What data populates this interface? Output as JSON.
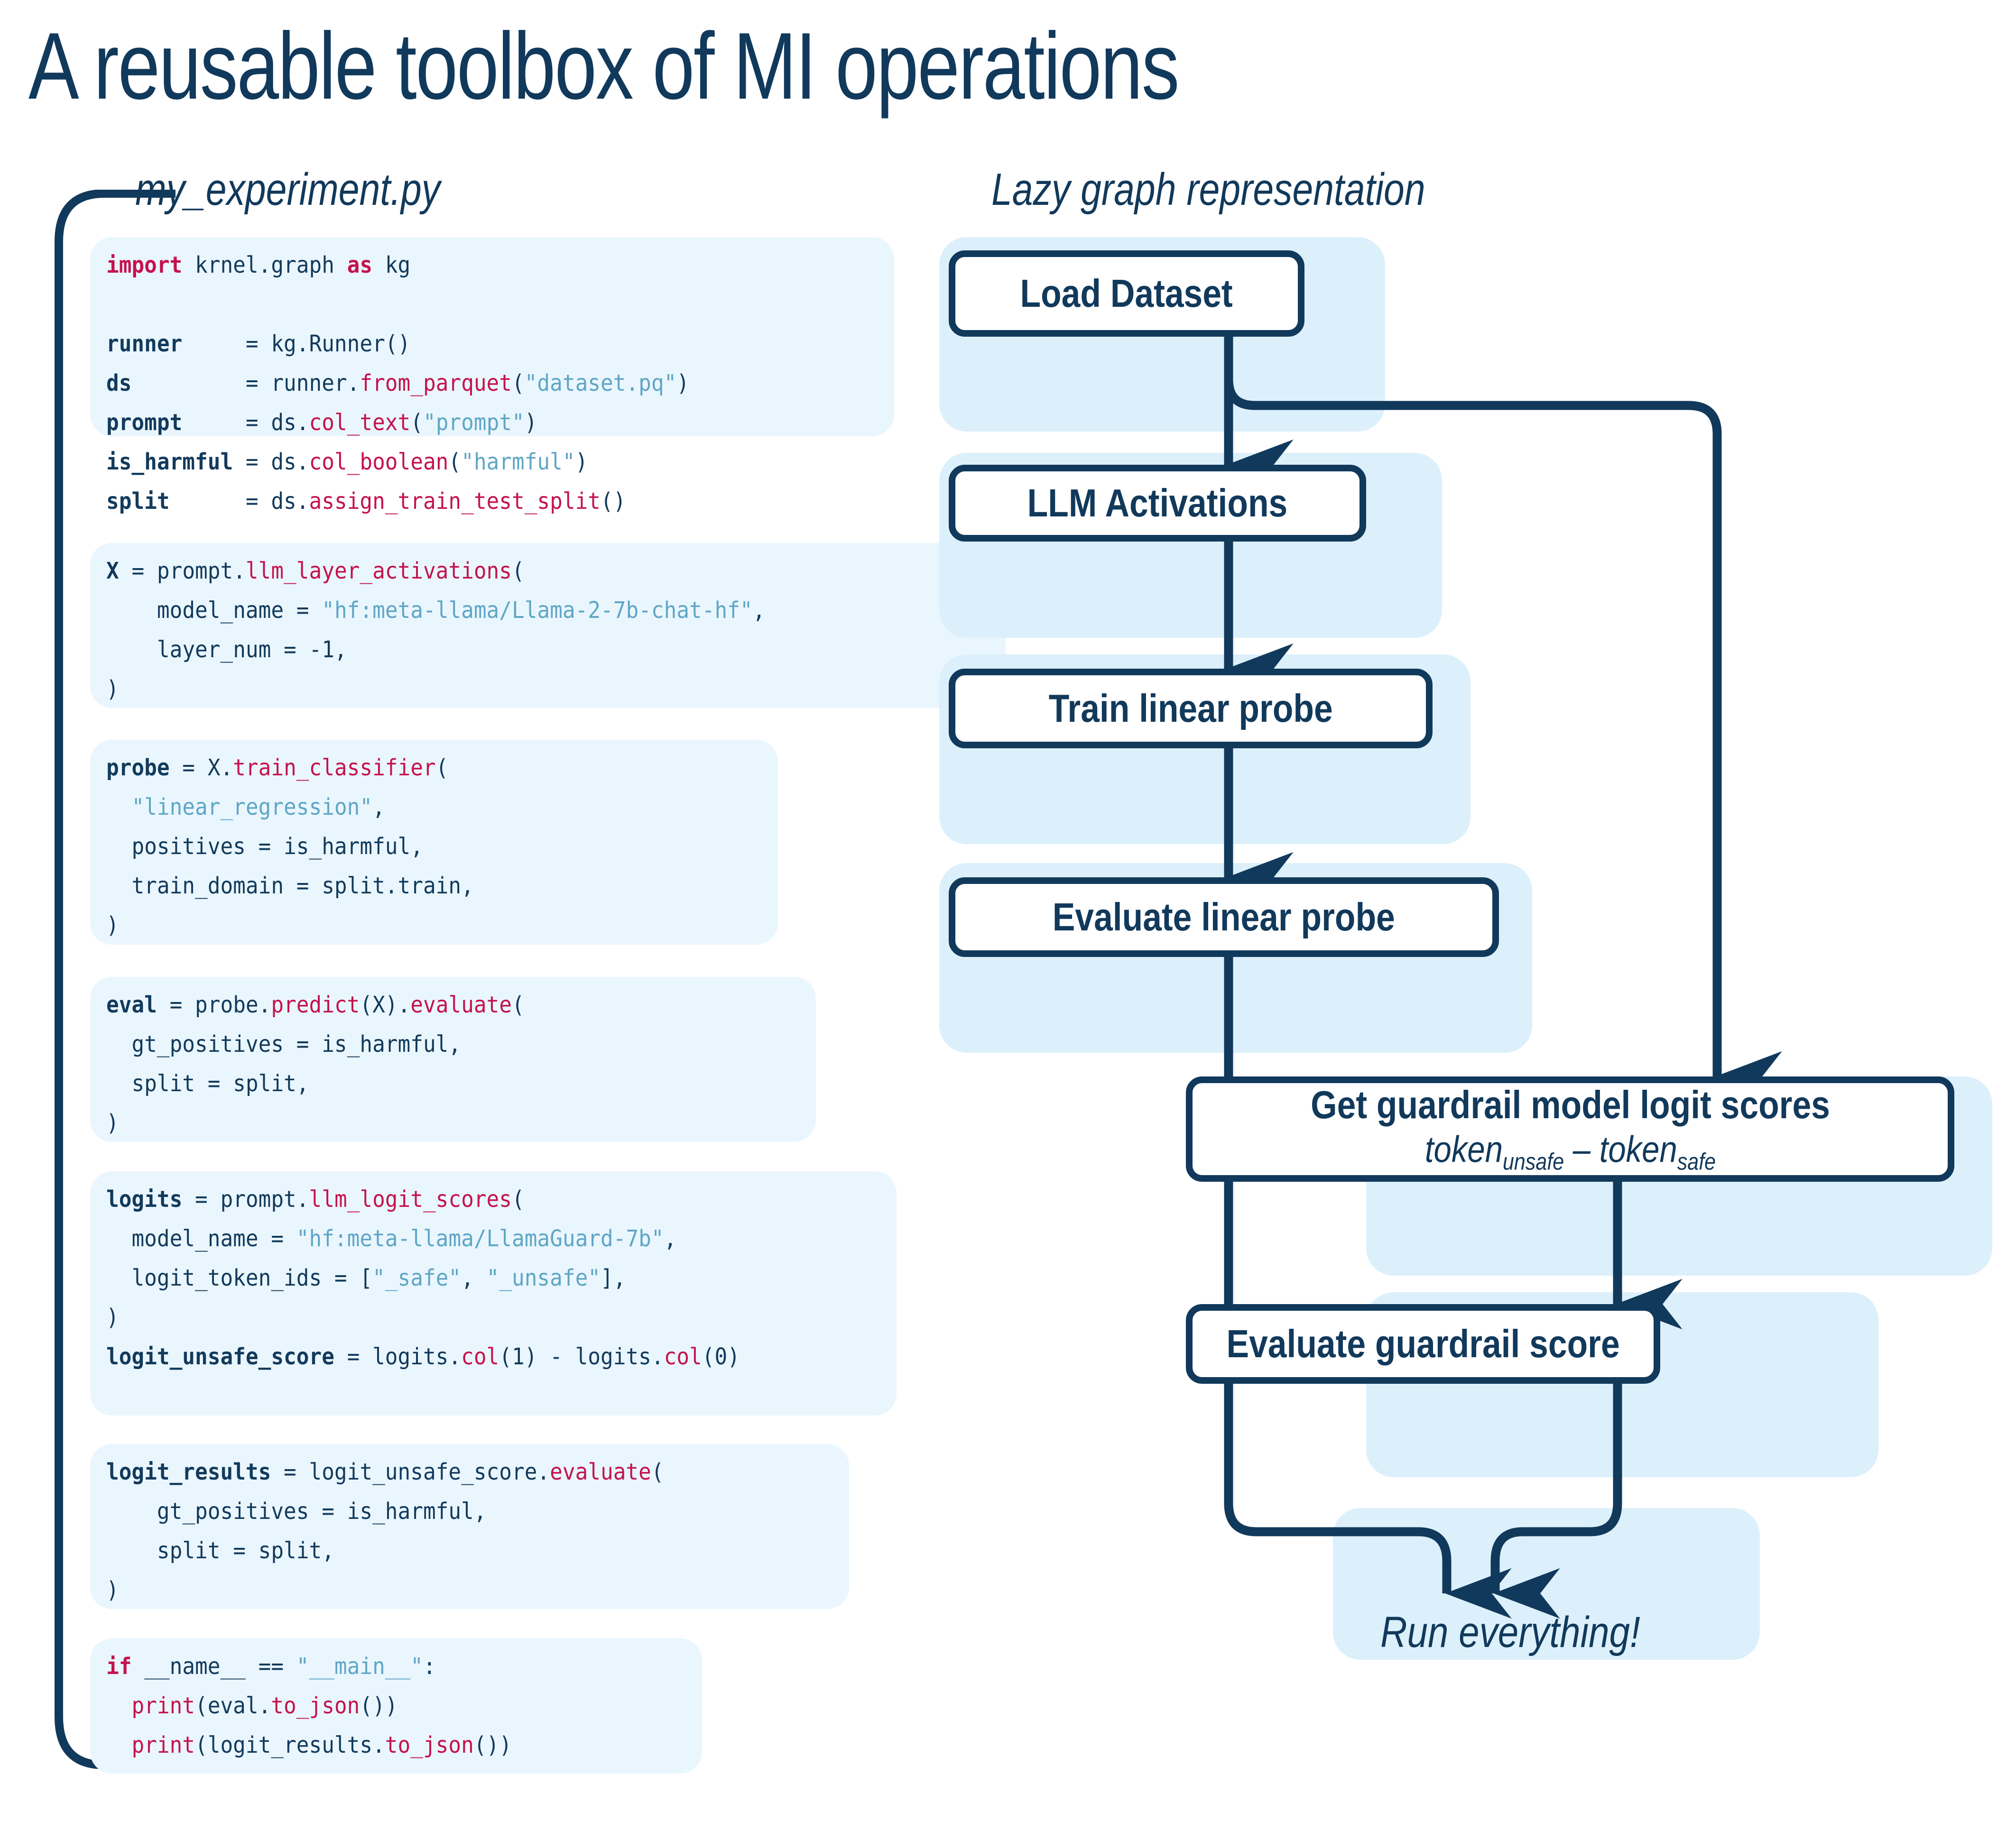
{
  "title": "A reusable toolbox of MI operations",
  "columns": {
    "code_header": "my_experiment.py",
    "graph_header": "Lazy graph representation"
  },
  "colors": {
    "ink": "#11395B",
    "keyword": "#C4134E",
    "function": "#C4134E",
    "string": "#5FA6C6",
    "code_bg": "#EAF6FD",
    "graph_panel_bg": "#DCF0FB",
    "node_fill": "#FFFFFF",
    "node_border": "#11395B"
  },
  "code_blocks": [
    {
      "id": "block-import-load",
      "plain": "import krnel.graph as kg\n\nrunner      = kg.Runner()\nds          = runner.from_parquet(\"dataset.pq\")\nprompt      = ds.col_text(\"prompt\")\nis_harmful  = ds.col_boolean(\"harmful\")\nsplit       = ds.assign_train_test_split()"
    },
    {
      "id": "block-activations",
      "plain": "X = prompt.llm_layer_activations(\n    model_name = \"hf:meta-llama/Llama-2-7b-chat-hf\",\n    layer_num = -1,\n)"
    },
    {
      "id": "block-train-probe",
      "plain": "probe = X.train_classifier(\n  \"linear_regression\",\n  positives = is_harmful,\n  train_domain = split.train,\n)"
    },
    {
      "id": "block-eval-probe",
      "plain": "eval = probe.predict(X).evaluate(\n  gt_positives = is_harmful,\n  split = split,\n)"
    },
    {
      "id": "block-logits",
      "plain": "logits = prompt.llm_logit_scores(\n  model_name = \"hf:meta-llama/LlamaGuard-7b\",\n  logit_token_ids = [\"_safe\", \"_unsafe\"],\n)\nlogit_unsafe_score = logits.col(1) - logits.col(0)"
    },
    {
      "id": "block-logit-results",
      "plain": "logit_results = logit_unsafe_score.evaluate(\n    gt_positives = is_harmful,\n    split = split,\n)"
    },
    {
      "id": "block-main",
      "plain": "if __name__ == \"__main__\":\n  print(eval.to_json())\n  print(logit_results.to_json())"
    }
  ],
  "graph": {
    "nodes": [
      {
        "id": "load-dataset",
        "label": "Load Dataset"
      },
      {
        "id": "llm-activations",
        "label": "LLM Activations"
      },
      {
        "id": "train-linear-probe",
        "label": "Train linear probe"
      },
      {
        "id": "evaluate-linear-probe",
        "label": "Evaluate linear probe"
      },
      {
        "id": "guardrail-logits",
        "label": "Get guardrail model logit scores",
        "sub_prefix": "token",
        "sub_sub1": "unsafe",
        "sub_mid": " – token",
        "sub_sub2": "safe"
      },
      {
        "id": "evaluate-guardrail-score",
        "label": "Evaluate guardrail score"
      }
    ],
    "terminal_label": "Run everything!",
    "edges": [
      {
        "from": "load-dataset",
        "to": "llm-activations"
      },
      {
        "from": "load-dataset",
        "to": "guardrail-logits"
      },
      {
        "from": "llm-activations",
        "to": "train-linear-probe"
      },
      {
        "from": "train-linear-probe",
        "to": "evaluate-linear-probe"
      },
      {
        "from": "guardrail-logits",
        "to": "evaluate-guardrail-score"
      },
      {
        "from": "evaluate-linear-probe",
        "to": "run-everything"
      },
      {
        "from": "evaluate-guardrail-score",
        "to": "run-everything"
      }
    ]
  }
}
